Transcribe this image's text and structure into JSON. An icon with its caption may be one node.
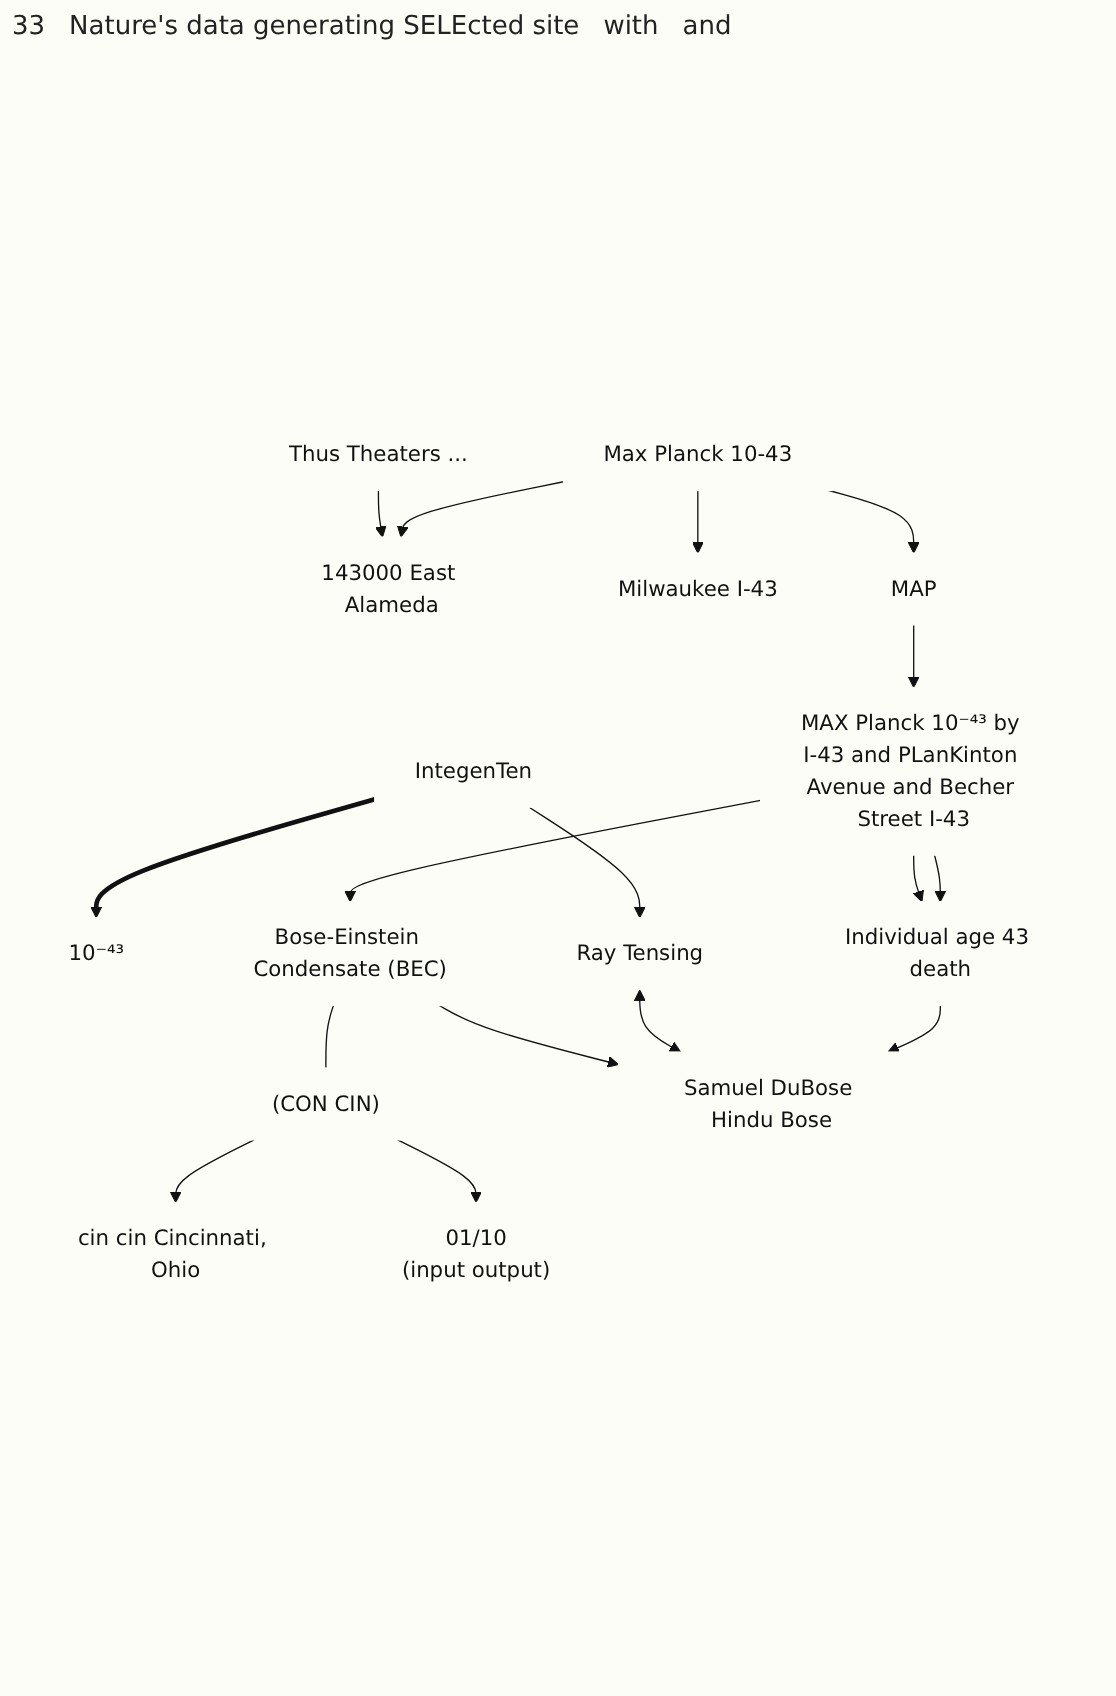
{
  "diagram": {
    "nodes": [
      {
        "text": [
          "Thus Theaters ..."
        ]
      },
      {
        "text": [
          "Max Planck 10-43"
        ]
      },
      {
        "text": [
          "143000 East Alameda"
        ]
      },
      {
        "text": [
          "Milwaukee I-43"
        ]
      },
      {
        "text": [
          "MAP"
        ]
      },
      {
        "text": [
          "IntegenTen"
        ]
      },
      {
        "text": [
          "10⁻⁴³"
        ]
      },
      {
        "text": [
          "MAX Planck 10⁻⁴³ by I-43 and PLanKinton Avenue and Becher Street I-43"
        ]
      },
      {
        "text": [
          "Bose-Einstein Condensate (BEC)"
        ]
      },
      {
        "text": [
          "(CON CIN)"
        ]
      },
      {
        "text": [
          "01/10",
          "(input output)"
        ]
      },
      {
        "text": [
          "cin cin Cincinnati, Ohio"
        ]
      },
      {
        "text": [
          "Samuel DuBose Hindu Bose"
        ]
      },
      {
        "text": [
          "Ray Tensing"
        ]
      },
      {
        "text": [
          "Individual age 43 death"
        ]
      }
    ],
    "edges": [
      {
        "from": 0,
        "to": 2,
        "arrow": "to"
      },
      {
        "from": 1,
        "to": 2,
        "arrow": "to"
      },
      {
        "from": 1,
        "to": 3,
        "arrow": "to"
      },
      {
        "from": 1,
        "to": 4,
        "arrow": "to"
      },
      {
        "from": 5,
        "to": 6,
        "arrow": "to",
        "style": "thick"
      },
      {
        "from": 4,
        "to": 7,
        "arrow": "to"
      },
      {
        "from": 5,
        "to": 13,
        "arrow": "to"
      },
      {
        "from": 7,
        "to": 8,
        "arrow": "to"
      },
      {
        "from": 7,
        "to": 14,
        "arrow": "to"
      },
      {
        "from": 7,
        "to": 14,
        "arrow": "to"
      },
      {
        "from": 8,
        "to": 9,
        "arrow": "none"
      },
      {
        "from": 9,
        "to": 11,
        "arrow": "to"
      },
      {
        "from": 9,
        "to": 10,
        "arrow": "to"
      },
      {
        "from": 8,
        "to": 12,
        "arrow": "to"
      },
      {
        "from": 13,
        "to": 12,
        "arrow": "both"
      },
      {
        "from": 14,
        "to": 12,
        "arrow": "to"
      }
    ],
    "labels": [
      "33",
      "Nature's data generating SELEcted site",
      "with",
      "and"
    ]
  }
}
